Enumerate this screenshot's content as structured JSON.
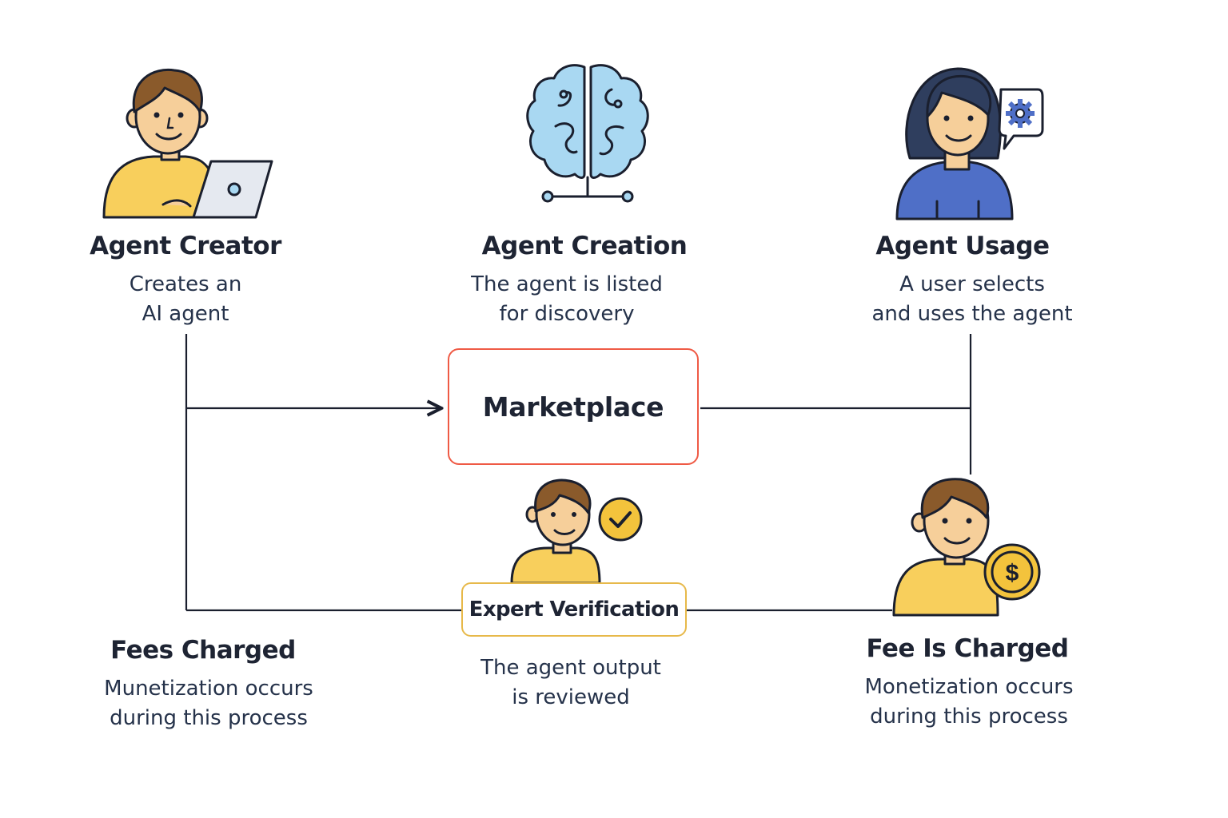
{
  "nodes": {
    "creator": {
      "title": "Agent Creator",
      "desc": [
        "Creates an",
        "AI agent"
      ],
      "icon": "developer-with-laptop-icon"
    },
    "creation": {
      "title": "Agent Creation",
      "desc": [
        "The agent is listed",
        "for discovery"
      ],
      "icon": "brain-circuit-icon"
    },
    "usage": {
      "title": "Agent Usage",
      "desc": [
        "A user selects",
        "and uses the agent"
      ],
      "icon": "user-with-gear-bubble-icon"
    },
    "marketplace": {
      "label": "Marketplace"
    },
    "verification": {
      "label": "Expert Verification",
      "desc": [
        "The agent output",
        "is reviewed"
      ],
      "icon": "expert-with-checkmark-icon"
    },
    "fees_charged": {
      "title": "Fees Charged",
      "desc": [
        "Munetization occurs",
        "during this process"
      ]
    },
    "fee_is_charged": {
      "title": "Fee Is Charged",
      "desc": [
        "Monetization occurs",
        "during this process"
      ],
      "icon": "person-with-dollar-coin-icon"
    }
  },
  "colors": {
    "line": "#1a1f2e",
    "marketplace_border": "#ef5a45",
    "verification_border": "#e7b94a",
    "skin": "#f6cf9a",
    "hair": "#8a5a2b",
    "shirt_yellow": "#f8cf5c",
    "shirt_blue": "#4f6fc7",
    "brain_blue": "#a9d8f2",
    "coin_gold": "#f3c33c"
  }
}
